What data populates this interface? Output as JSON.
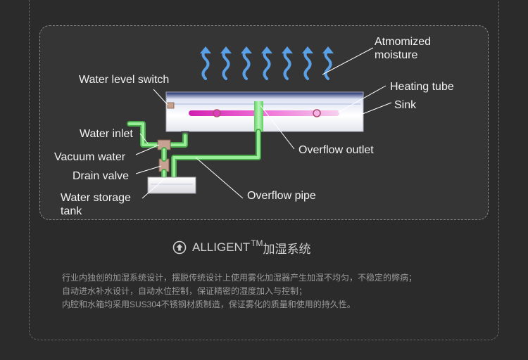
{
  "diagram": {
    "labels": {
      "atmomized_moisture": "Atmomized\nmoisture",
      "water_level_switch": "Water level switch",
      "heating_tube": "Heating tube",
      "sink": "Sink",
      "water_inlet": "Water inlet",
      "vacuum_water": "Vacuum water",
      "overflow_outlet": "Overflow outlet",
      "drain_valve": "Drain valve",
      "water_storage_tank": "Water storage\ntank",
      "overflow_pipe": "Overflow pipe"
    },
    "colors": {
      "arrow": "#5aa0e6",
      "pipe": "#7ee07e",
      "heating_tube": "#e040c0",
      "leader": "#ffffff",
      "sink_body": "#f4f4f8"
    },
    "moisture_arrow_count": 7
  },
  "footer": {
    "icon": "up-arrow-circle-icon",
    "brand": "ALLIGENT",
    "trademark": "TM",
    "system": "加湿系统",
    "description_lines": [
      "行业内独创的加湿系统设计，摆脱传统设计上使用雾化加湿器产生加湿不均匀，不稳定的弊病；",
      "自动进水补水设计，自动水位控制，保证精密的湿度加入与控制；",
      "内腔和水箱均采用SUS304不锈钢材质制造，保证雾化的质量和使用的持久性。"
    ]
  }
}
